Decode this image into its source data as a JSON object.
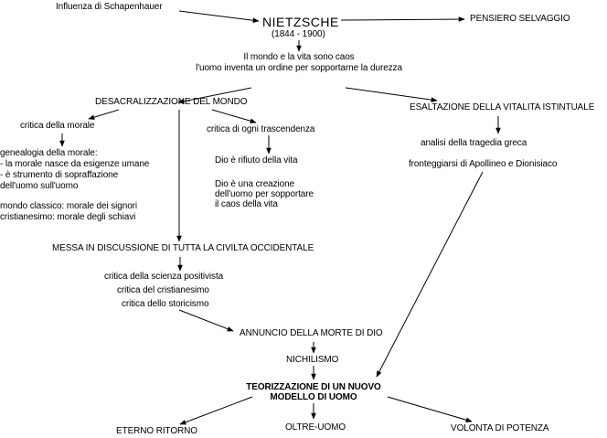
{
  "influence": "Influenza di Schapenhauer",
  "title": "NIETZSCHE",
  "dates": "(1844 - 1900)",
  "intro": [
    "Il mondo e la vita  sono caos",
    "l'uomo inventa un ordine per sopportarne la durezza"
  ],
  "wild_thought": "PENSIERO SELVAGGIO",
  "desacralization": "DESACRALIZZAZIONE DEL MONDO",
  "morality_critique": "critica della morale",
  "genealogy": [
    "genealogia della morale:",
    "- la morale nasce da esigenze umane",
    "- è strumento di sopraffazione",
    "dell'uomo sull'uomo"
  ],
  "classic_world": [
    "mondo classico: morale dei signori",
    "cristianesimo: morale degli schiavi"
  ],
  "transcendence_critique": "critica di ogni trascendenza",
  "god_refusal": "Dio  è  rifiuto della vita",
  "god_creation": [
    "Dio  è  una creazione",
    "dell'uomo per sopportare",
    "il caos della vita"
  ],
  "vitality": "ESALTAZIONE DELLA VITALITA ISTINTUALE",
  "tragedy": "analisi della tragedia greca",
  "apollo": "fronteggiarsi di Apollineo e Dionisiaco",
  "western": "MESSA IN DISCUSSIONE DI TUTTA LA CIVILTA OCCIDENTALE",
  "critiques": [
    "critica della  scienza positivista",
    "critica del cristianesimo",
    "critica dello  storicismo"
  ],
  "death_of_god": "ANNUNCIO DELLA MORTE DI DIO",
  "nihilism": "NICHILISMO",
  "new_model": [
    "TEORIZZAZIONE DI UN  NUOVO",
    "MODELLO DI UOMO"
  ],
  "eternal_return": "ETERNO RITORNO",
  "superman": "OLTRE-UOMO",
  "will_power": "VOLONTA DI POTENZA"
}
